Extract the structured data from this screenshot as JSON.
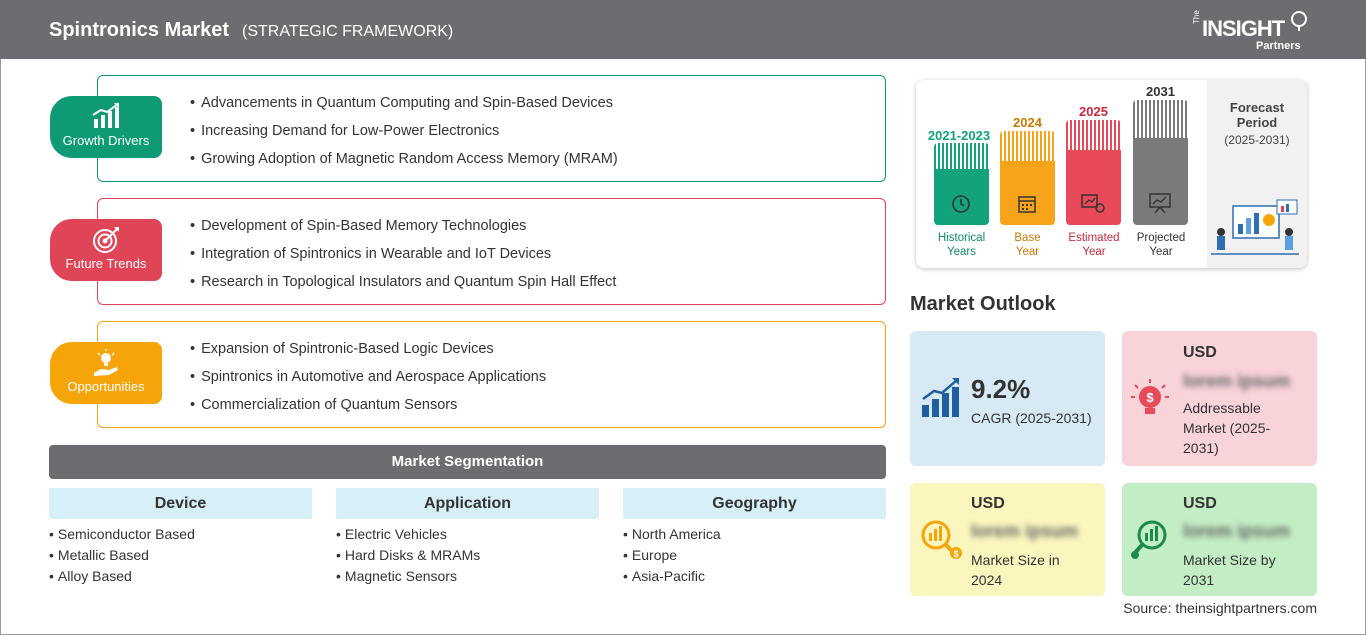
{
  "header": {
    "title": "Spintronics Market",
    "subtitle": "(STRATEGIC FRAMEWORK)",
    "logo": {
      "the": "The",
      "insight": "INSIGHT",
      "partners": "Partners"
    }
  },
  "colors": {
    "growth": "#0e9a74",
    "trends": "#e04457",
    "opportunities": "#f5a50a",
    "header_bg": "#6b6d70"
  },
  "framework": {
    "growth_drivers": {
      "label": "Growth Drivers",
      "icon": "growth-chart-icon",
      "items": [
        "Advancements in Quantum Computing and Spin-Based Devices",
        "Increasing Demand for Low-Power Electronics",
        "Growing Adoption of Magnetic Random Access Memory (MRAM)"
      ]
    },
    "future_trends": {
      "label": "Future Trends",
      "icon": "target-icon",
      "items": [
        "Development of Spin-Based Memory Technologies",
        "Integration of Spintronics in Wearable and IoT Devices",
        "Research in Topological Insulators and Quantum Spin Hall Effect"
      ]
    },
    "opportunities": {
      "label": "Opportunities",
      "icon": "idea-hand-icon",
      "items": [
        "Expansion of Spintronic-Based Logic Devices",
        "Spintronics in Automotive and Aerospace Applications",
        "Commercialization of Quantum Sensors"
      ]
    }
  },
  "segmentation": {
    "title": "Market Segmentation",
    "columns": [
      {
        "head": "Device",
        "items": [
          "Semiconductor Based",
          "Metallic Based",
          "Alloy Based"
        ]
      },
      {
        "head": "Application",
        "items": [
          "Electric Vehicles",
          "Hard Disks & MRAMs",
          "Magnetic Sensors"
        ]
      },
      {
        "head": "Geography",
        "items": [
          "North America",
          "Europe",
          "Asia-Pacific"
        ]
      }
    ]
  },
  "timeline": {
    "bars": [
      {
        "year": "2021-2023",
        "caption1": "Historical",
        "caption2": "Years",
        "color": "#12a27c",
        "icon": "history-icon"
      },
      {
        "year": "2024",
        "caption1": "Base",
        "caption2": "Year",
        "color": "#f7a41b",
        "icon": "calendar-icon"
      },
      {
        "year": "2025",
        "caption1": "Estimated",
        "caption2": "Year",
        "color": "#e84a5a",
        "icon": "estimate-icon"
      },
      {
        "year": "2031",
        "caption1": "Projected",
        "caption2": "Year",
        "color": "#7a7a7a",
        "icon": "presentation-icon"
      }
    ],
    "forecast_label": "Forecast Period",
    "forecast_range": "(2025-2031)"
  },
  "outlook": {
    "title": "Market Outlook",
    "cagr": {
      "value": "9.2%",
      "label": "CAGR (2025-2031)"
    },
    "addressable": {
      "usd": "USD",
      "value": "lorem ipsum",
      "label": "Addressable Market (2025-2031)"
    },
    "size_2024": {
      "usd": "USD",
      "value": "lorem ipsum",
      "label": "Market Size in 2024"
    },
    "size_2031": {
      "usd": "USD",
      "value": "lorem ipsum",
      "label": "Market Size by 2031"
    }
  },
  "source": "Source: theinsightpartners.com"
}
